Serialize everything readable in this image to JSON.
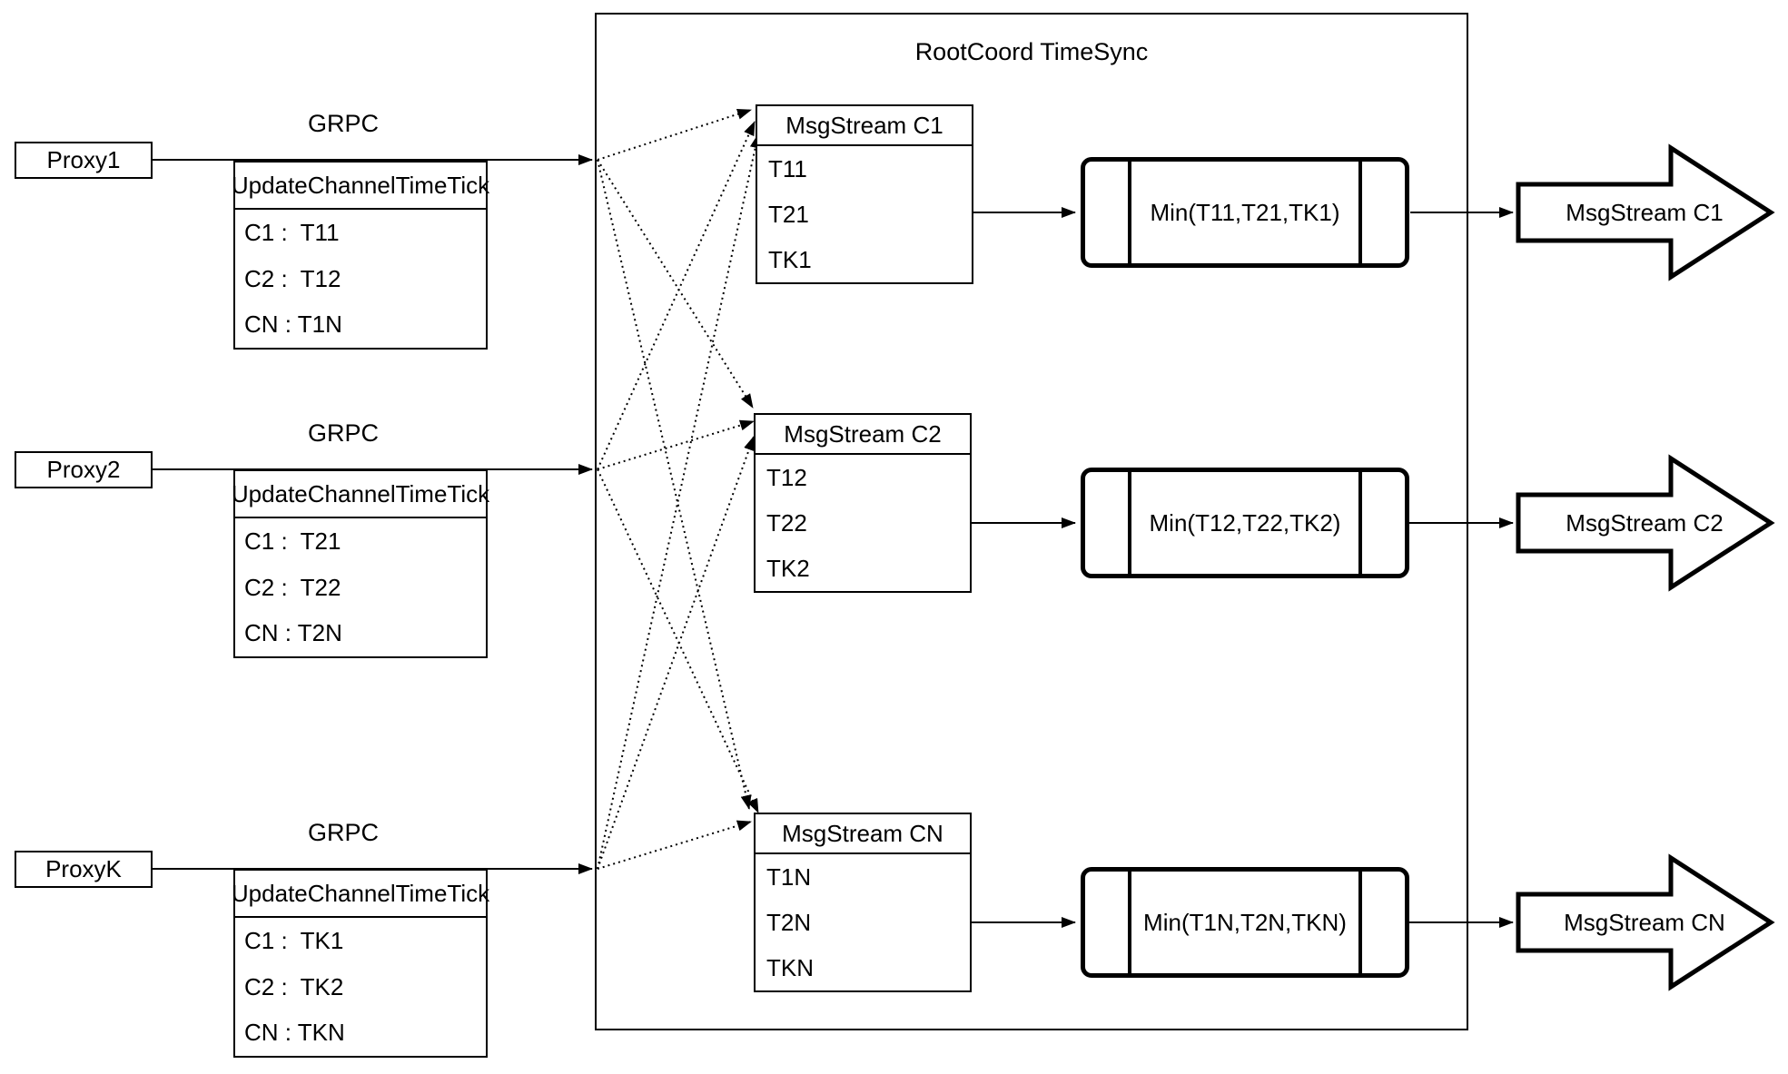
{
  "diagram": {
    "container_title": "RootCoord TimeSync",
    "grpc_label": "GRPC",
    "proxies": [
      {
        "name": "Proxy1",
        "table": {
          "title": "UpdateChannelTimeTick",
          "rows": [
            "C1 :  T11",
            "C2 :  T12",
            "CN : T1N"
          ]
        }
      },
      {
        "name": "Proxy2",
        "table": {
          "title": "UpdateChannelTimeTick",
          "rows": [
            "C1 :  T21",
            "C2 :  T22",
            "CN : T2N"
          ]
        }
      },
      {
        "name": "ProxyK",
        "table": {
          "title": "UpdateChannelTimeTick",
          "rows": [
            "C1 :  TK1",
            "C2 :  TK2",
            "CN : TKN"
          ]
        }
      }
    ],
    "streams": [
      {
        "title": "MsgStream C1",
        "rows": [
          "T11",
          "T21",
          "TK1"
        ],
        "min_label": "Min(T11,T21,TK1)",
        "output_label": "MsgStream C1"
      },
      {
        "title": "MsgStream C2",
        "rows": [
          "T12",
          "T22",
          "TK2"
        ],
        "min_label": "Min(T12,T22,TK2)",
        "output_label": "MsgStream C2"
      },
      {
        "title": "MsgStream CN",
        "rows": [
          "T1N",
          "T2N",
          "TKN"
        ],
        "min_label": "Min(T1N,T2N,TKN)",
        "output_label": "MsgStream CN"
      }
    ],
    "colors": {
      "line": "#000000",
      "background": "#ffffff"
    }
  }
}
